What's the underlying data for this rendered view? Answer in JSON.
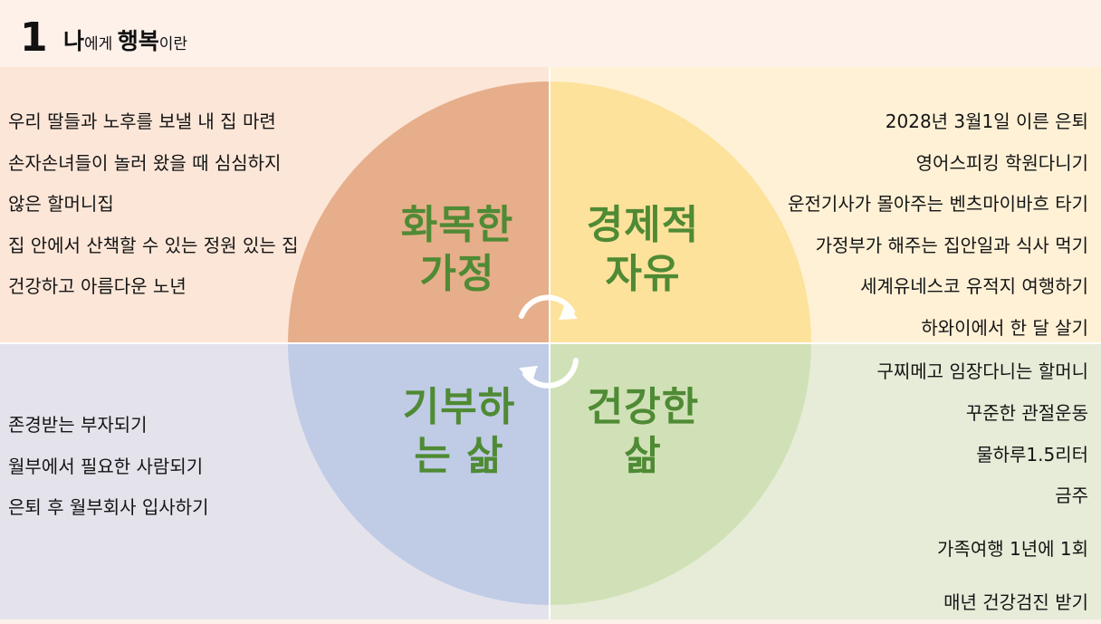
{
  "header": {
    "number": "1",
    "title_part1": "나",
    "title_part2": "에게 ",
    "title_part3": "행복",
    "title_part4": "이란"
  },
  "quadrants": {
    "top_left": {
      "label_line1": "화목한",
      "label_line2": "가정",
      "items": [
        "우리 딸들과 노후를 보낼 내 집 마련",
        "손자손녀들이 놀러 왔을 때 심심하지",
        "않은 할머니집",
        "집 안에서 산책할 수 있는 정원 있는 집",
        "건강하고 아름다운 노년"
      ]
    },
    "top_right": {
      "label_line1": "경제적",
      "label_line2": "자유",
      "items": [
        "2028년 3월1일 이른 은퇴",
        "영어스피킹 학원다니기",
        "운전기사가 몰아주는 벤츠마이바흐 타기",
        "가정부가 해주는 집안일과 식사 먹기",
        "세계유네스코 유적지 여행하기",
        "하와이에서 한 달 살기"
      ]
    },
    "bottom_left": {
      "label_line1": "기부하",
      "label_line2": "는 삶",
      "items": [
        "존경받는 부자되기",
        "월부에서 필요한 사람되기",
        "은퇴 후 월부회사 입사하기"
      ]
    },
    "bottom_right": {
      "label_line1": "건강한",
      "label_line2": "삶",
      "items": [
        "구찌메고 임장다니는 할머니",
        "꾸준한 관절운동",
        "물하루1.5리터",
        "금주",
        "가족여행 1년에 1회",
        "매년 건강검진 받기"
      ]
    }
  },
  "colors": {
    "label_green": "#4f8a34",
    "slice_top_left": "#e6ae8a",
    "slice_top_right": "#fde29b",
    "slice_bottom_left": "#c0cbe6",
    "slice_bottom_right": "#d1e1b7"
  },
  "icons": {
    "center": "cycle-arrows-icon"
  }
}
